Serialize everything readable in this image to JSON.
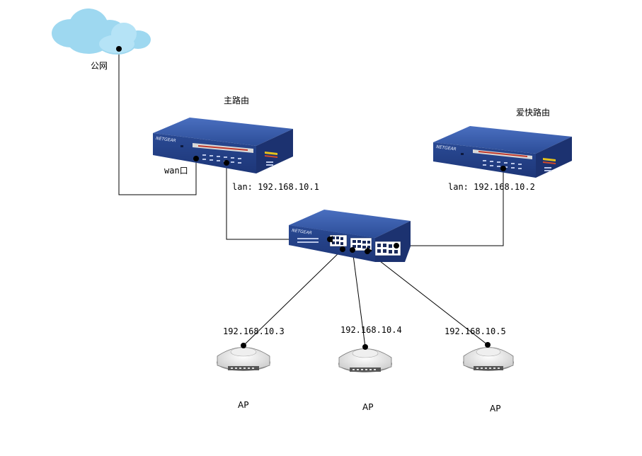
{
  "internet": {
    "label": "公网"
  },
  "main_router": {
    "title": "主路由",
    "wan_label": "wan口",
    "lan_label": "lan: 192.168.10.1"
  },
  "aikuai_router": {
    "title": "爱快路由",
    "lan_label": "lan: 192.168.10.2"
  },
  "switch": {
    "brand": "NETGEAR"
  },
  "access_points": [
    {
      "ip": "192.168.10.3",
      "label": "AP"
    },
    {
      "ip": "192.168.10.4",
      "label": "AP"
    },
    {
      "ip": "192.168.10.5",
      "label": "AP"
    }
  ],
  "colors": {
    "device_blue": "#2e4f9a",
    "device_top": "#3d62b3",
    "cloud": "#9ed8f0",
    "line": "#000000"
  }
}
